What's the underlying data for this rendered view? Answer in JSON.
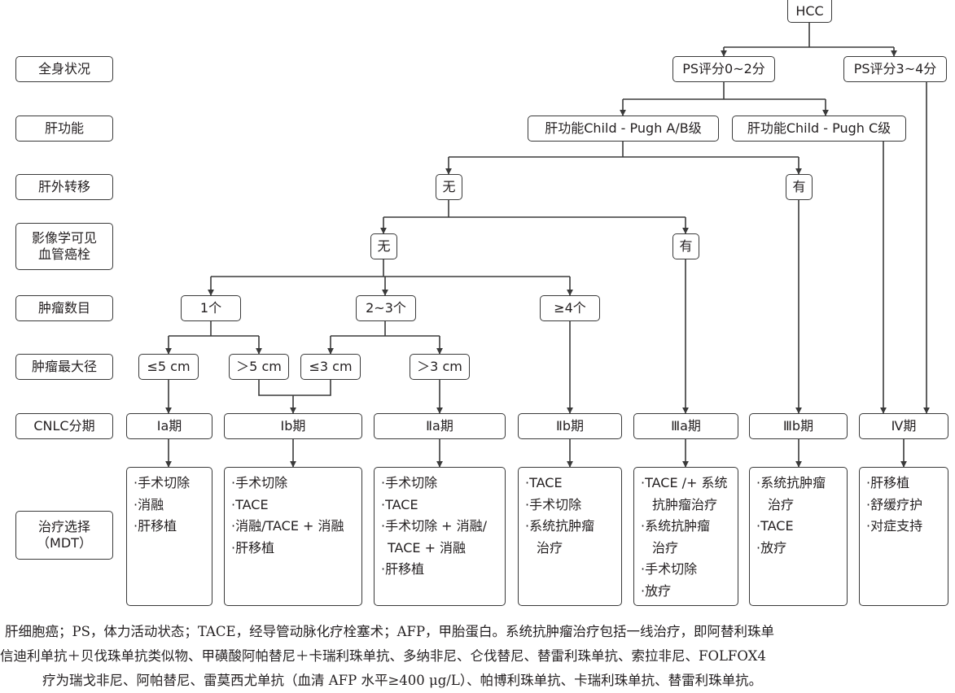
{
  "colors": {
    "line": "#3a3a3a",
    "text": "#231f20",
    "background": "#ffffff"
  },
  "row_labels": {
    "general_status": "全身状况",
    "liver_function": "肝功能",
    "extrahepatic_metastasis": "肝外转移",
    "vascular_tumor_thrombus": [
      "影像学可见",
      "血管癌栓"
    ],
    "tumor_count": "肿瘤数目",
    "tumor_max_diameter": "肿瘤最大径",
    "cnlc_stage": "CNLC分期",
    "treatment": [
      "治疗选择",
      "（MDT）"
    ]
  },
  "nodes": {
    "hcc": "HCC",
    "ps_0_2": "PS评分0~2分",
    "ps_3_4": "PS评分3~4分",
    "child_ab": "肝功能Child - Pugh A/B级",
    "child_c": "肝功能Child - Pugh C级",
    "metastasis_no": "无",
    "metastasis_yes": "有",
    "thrombus_no": "无",
    "thrombus_yes": "有",
    "count_1": "1个",
    "count_2_3": "2~3个",
    "count_4plus": "≥4个",
    "diam_le5": "≤5 cm",
    "diam_gt5": "＞5 cm",
    "diam_le3": "≤3 cm",
    "diam_gt3": "＞3 cm"
  },
  "stages": {
    "ia": "Ⅰa期",
    "ib": "Ⅰb期",
    "iia": "Ⅱa期",
    "iib": "Ⅱb期",
    "iiia": "Ⅲa期",
    "iiib": "Ⅲb期",
    "iv": "Ⅳ期"
  },
  "treatments": {
    "ia": [
      "·手术切除",
      "·消融",
      "·肝移植"
    ],
    "ib": [
      "·手术切除",
      "·TACE",
      "·消融/TACE + 消融",
      "·肝移植"
    ],
    "iia": [
      "·手术切除",
      "·TACE",
      "·手术切除 + 消融/",
      "TACE + 消融",
      "·肝移植"
    ],
    "iib": [
      "·TACE",
      "·手术切除",
      "·系统抗肿瘤",
      "治疗"
    ],
    "iiia": [
      "·TACE /+ 系统",
      "抗肿瘤治疗",
      "·系统抗肿瘤",
      "治疗",
      "·手术切除",
      "·放疗"
    ],
    "iiib": [
      "·系统抗肿瘤",
      "治疗",
      "·TACE",
      "·放疗"
    ],
    "iv": [
      "·肝移植",
      "·舒缓疗护",
      "·对症支持"
    ]
  },
  "caption": [
    "肝细胞癌；PS，体力活动状态；TACE，经导管动脉化疗栓塞术；AFP，甲胎蛋白。系统抗肿瘤治疗包括一线治疗，即阿替利珠单",
    "信迪利单抗＋贝伐珠单抗类似物、甲磺酸阿帕替尼＋卡瑞利珠单抗、多纳非尼、仑伐替尼、替雷利珠单抗、索拉非尼、FOLFOX4",
    "疗为瑞戈非尼、阿帕替尼、雷莫西尤单抗（血清 AFP 水平≥400 μg/L）、帕博利珠单抗、卡瑞利珠单抗、替雷利珠单抗。"
  ]
}
